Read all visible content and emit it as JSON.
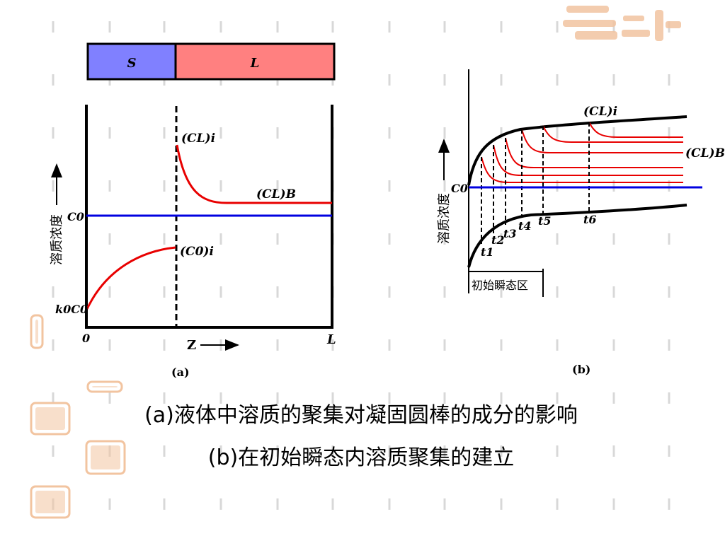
{
  "colors": {
    "solid_bar": "#8080ff",
    "liquid_bar": "#ff8080",
    "red_curve": "#e80000",
    "blue_line": "#0000e0",
    "axis": "#000000",
    "background_dash": "#d8d8d8",
    "seal": "#f2c4a0"
  },
  "decor": {
    "seal_icon_name": "seal-stamp-icon",
    "logo_icon_name": "brand-logo-icon"
  },
  "figure_a": {
    "bar_s_label": "S",
    "bar_l_label": "L",
    "y_axis_label": "溶质浓度",
    "c0_label": "C0",
    "k0c0_label": "k0C0",
    "origin_label": "0",
    "x_axis_label": "Z",
    "x_end_label": "L",
    "cl_i_label": "(CL)i",
    "cl_b_label": "(CL)B",
    "c0_i_label": "(C0)i",
    "panel_label": "(a)"
  },
  "figure_b": {
    "y_axis_label": "溶质浓度",
    "c0_label": "C0",
    "cl_i_label": "(CL)i",
    "cl_b_label": "(CL)B",
    "t_labels": [
      "t1",
      "t2",
      "t3",
      "t4",
      "t5",
      "t6"
    ],
    "transient_region_label": "初始瞬态区",
    "panel_label": "(b)"
  },
  "captions": {
    "line_a": "(a)液体中溶质的聚集对凝固圆棒的成分的影响",
    "line_b": "(b)在初始瞬态内溶质聚集的建立"
  }
}
